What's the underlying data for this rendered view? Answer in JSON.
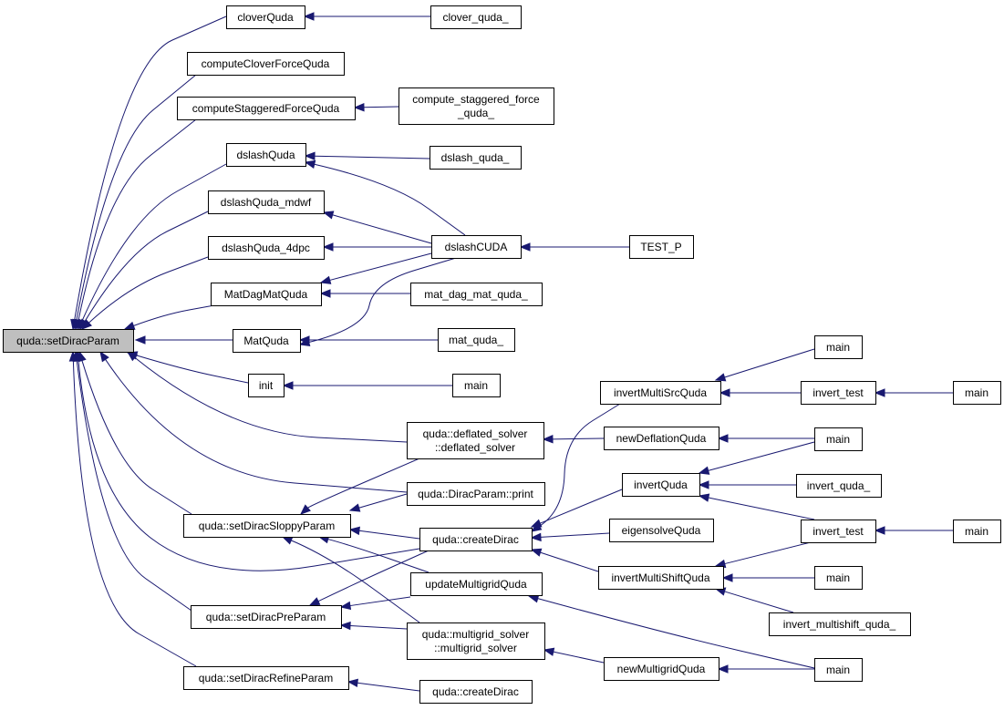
{
  "graph": {
    "nodes": [
      {
        "id": "setDiracParam",
        "lines": [
          "quda::setDiracParam"
        ],
        "root": true
      },
      {
        "id": "cloverQuda",
        "lines": [
          "cloverQuda"
        ]
      },
      {
        "id": "computeCloverForceQuda",
        "lines": [
          "computeCloverForceQuda"
        ]
      },
      {
        "id": "computeStaggeredForceQuda",
        "lines": [
          "computeStaggeredForceQuda"
        ]
      },
      {
        "id": "dslashQuda",
        "lines": [
          "dslashQuda"
        ]
      },
      {
        "id": "dslashQuda_mdwf",
        "lines": [
          "dslashQuda_mdwf"
        ]
      },
      {
        "id": "dslashQuda_4dpc",
        "lines": [
          "dslashQuda_4dpc"
        ]
      },
      {
        "id": "MatDagMatQuda",
        "lines": [
          "MatDagMatQuda"
        ]
      },
      {
        "id": "MatQuda",
        "lines": [
          "MatQuda"
        ]
      },
      {
        "id": "init",
        "lines": [
          "init"
        ]
      },
      {
        "id": "setDiracSloppyParam",
        "lines": [
          "quda::setDiracSloppyParam"
        ]
      },
      {
        "id": "setDiracPreParam",
        "lines": [
          "quda::setDiracPreParam"
        ]
      },
      {
        "id": "setDiracRefineParam",
        "lines": [
          "quda::setDiracRefineParam"
        ]
      },
      {
        "id": "clover_quda_",
        "lines": [
          "clover_quda_"
        ]
      },
      {
        "id": "compute_staggered_force_quda_",
        "lines": [
          "compute_staggered_force",
          "_quda_"
        ]
      },
      {
        "id": "dslash_quda_",
        "lines": [
          "dslash_quda_"
        ]
      },
      {
        "id": "dslashCUDA",
        "lines": [
          "dslashCUDA"
        ]
      },
      {
        "id": "mat_dag_mat_quda_",
        "lines": [
          "mat_dag_mat_quda_"
        ]
      },
      {
        "id": "mat_quda_",
        "lines": [
          "mat_quda_"
        ]
      },
      {
        "id": "main_init",
        "lines": [
          "main"
        ]
      },
      {
        "id": "deflated_solver",
        "lines": [
          "quda::deflated_solver",
          "::deflated_solver"
        ]
      },
      {
        "id": "DiracParam_print",
        "lines": [
          "quda::DiracParam::print"
        ]
      },
      {
        "id": "createDirac",
        "lines": [
          "quda::createDirac"
        ]
      },
      {
        "id": "updateMultigridQuda",
        "lines": [
          "updateMultigridQuda"
        ]
      },
      {
        "id": "multigrid_solver",
        "lines": [
          "quda::multigrid_solver",
          "::multigrid_solver"
        ]
      },
      {
        "id": "createDirac2",
        "lines": [
          "quda::createDirac"
        ]
      },
      {
        "id": "TEST_P",
        "lines": [
          "TEST_P"
        ]
      },
      {
        "id": "invertMultiSrcQuda",
        "lines": [
          "invertMultiSrcQuda"
        ]
      },
      {
        "id": "newDeflationQuda",
        "lines": [
          "newDeflationQuda"
        ]
      },
      {
        "id": "invertQuda",
        "lines": [
          "invertQuda"
        ]
      },
      {
        "id": "eigensolveQuda",
        "lines": [
          "eigensolveQuda"
        ]
      },
      {
        "id": "invertMultiShiftQuda",
        "lines": [
          "invertMultiShiftQuda"
        ]
      },
      {
        "id": "newMultigridQuda",
        "lines": [
          "newMultigridQuda"
        ]
      },
      {
        "id": "main_a",
        "lines": [
          "main"
        ]
      },
      {
        "id": "invert_test_a",
        "lines": [
          "invert_test"
        ]
      },
      {
        "id": "main_b",
        "lines": [
          "main"
        ]
      },
      {
        "id": "invert_quda_",
        "lines": [
          "invert_quda_"
        ]
      },
      {
        "id": "invert_test_b",
        "lines": [
          "invert_test"
        ]
      },
      {
        "id": "main_c",
        "lines": [
          "main"
        ]
      },
      {
        "id": "invert_multishift_quda_",
        "lines": [
          "invert_multishift_quda_"
        ]
      },
      {
        "id": "main_d",
        "lines": [
          "main"
        ]
      },
      {
        "id": "main_e",
        "lines": [
          "main"
        ]
      },
      {
        "id": "main_f",
        "lines": [
          "main"
        ]
      }
    ],
    "edges": [
      [
        "cloverQuda",
        "setDiracParam"
      ],
      [
        "computeCloverForceQuda",
        "setDiracParam"
      ],
      [
        "computeStaggeredForceQuda",
        "setDiracParam"
      ],
      [
        "dslashQuda",
        "setDiracParam"
      ],
      [
        "dslashQuda_mdwf",
        "setDiracParam"
      ],
      [
        "dslashQuda_4dpc",
        "setDiracParam"
      ],
      [
        "MatDagMatQuda",
        "setDiracParam"
      ],
      [
        "MatQuda",
        "setDiracParam"
      ],
      [
        "init",
        "setDiracParam"
      ],
      [
        "setDiracSloppyParam",
        "setDiracParam"
      ],
      [
        "setDiracPreParam",
        "setDiracParam"
      ],
      [
        "setDiracRefineParam",
        "setDiracParam"
      ],
      [
        "deflated_solver",
        "setDiracParam"
      ],
      [
        "DiracParam_print",
        "setDiracParam"
      ],
      [
        "createDirac",
        "setDiracParam"
      ],
      [
        "clover_quda_",
        "cloverQuda"
      ],
      [
        "compute_staggered_force_quda_",
        "computeStaggeredForceQuda"
      ],
      [
        "dslash_quda_",
        "dslashQuda"
      ],
      [
        "dslashCUDA",
        "dslashQuda"
      ],
      [
        "dslashCUDA",
        "dslashQuda_mdwf"
      ],
      [
        "dslashCUDA",
        "dslashQuda_4dpc"
      ],
      [
        "dslashCUDA",
        "MatDagMatQuda"
      ],
      [
        "dslashCUDA",
        "MatQuda"
      ],
      [
        "mat_dag_mat_quda_",
        "MatDagMatQuda"
      ],
      [
        "mat_quda_",
        "MatQuda"
      ],
      [
        "main_init",
        "init"
      ],
      [
        "TEST_P",
        "dslashCUDA"
      ],
      [
        "deflated_solver",
        "setDiracSloppyParam"
      ],
      [
        "DiracParam_print",
        "setDiracSloppyParam"
      ],
      [
        "createDirac",
        "setDiracSloppyParam"
      ],
      [
        "updateMultigridQuda",
        "setDiracSloppyParam"
      ],
      [
        "multigrid_solver",
        "setDiracSloppyParam"
      ],
      [
        "createDirac",
        "setDiracPreParam"
      ],
      [
        "updateMultigridQuda",
        "setDiracPreParam"
      ],
      [
        "multigrid_solver",
        "setDiracPreParam"
      ],
      [
        "createDirac2",
        "setDiracRefineParam"
      ],
      [
        "newDeflationQuda",
        "deflated_solver"
      ],
      [
        "invertMultiSrcQuda",
        "createDirac"
      ],
      [
        "invertQuda",
        "createDirac"
      ],
      [
        "eigensolveQuda",
        "createDirac"
      ],
      [
        "invertMultiShiftQuda",
        "createDirac"
      ],
      [
        "main_f",
        "updateMultigridQuda"
      ],
      [
        "newMultigridQuda",
        "multigrid_solver"
      ],
      [
        "main_a",
        "invertMultiSrcQuda"
      ],
      [
        "invert_test_a",
        "invertMultiSrcQuda"
      ],
      [
        "main_b",
        "newDeflationQuda"
      ],
      [
        "main_b",
        "invertQuda"
      ],
      [
        "invert_quda_",
        "invertQuda"
      ],
      [
        "invert_test_b",
        "invertQuda"
      ],
      [
        "invert_test_b",
        "invertMultiShiftQuda"
      ],
      [
        "main_c",
        "invertMultiShiftQuda"
      ],
      [
        "invert_multishift_quda_",
        "invertMultiShiftQuda"
      ],
      [
        "main_f",
        "newMultigridQuda"
      ],
      [
        "main_d",
        "invert_test_a"
      ],
      [
        "main_e",
        "invert_test_b"
      ]
    ]
  },
  "colors": {
    "edge": "#191970",
    "root_fill": "#bfbfbf",
    "node_fill": "#ffffff",
    "node_stroke": "#000000"
  }
}
